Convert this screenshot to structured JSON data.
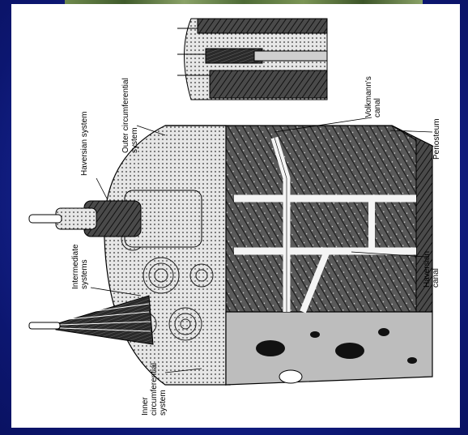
{
  "slide": {
    "colors": {
      "background": "#1a2a9e",
      "panel": "#ffffff",
      "ink": "#000000"
    }
  },
  "diagram": {
    "labels": {
      "haversian_system": "Haversian system",
      "outer_circumferential": [
        "Outer circumferential",
        "system"
      ],
      "volkmanns_canal": [
        "Volkmann's",
        "canal"
      ],
      "periosteum": "Periosteum",
      "intermediate_systems": [
        "Intermediate",
        "systems"
      ],
      "haversian_canal": [
        "Haversian",
        "canal"
      ],
      "inner_circumferential": [
        "Inner",
        "circumferential",
        "system"
      ]
    }
  }
}
